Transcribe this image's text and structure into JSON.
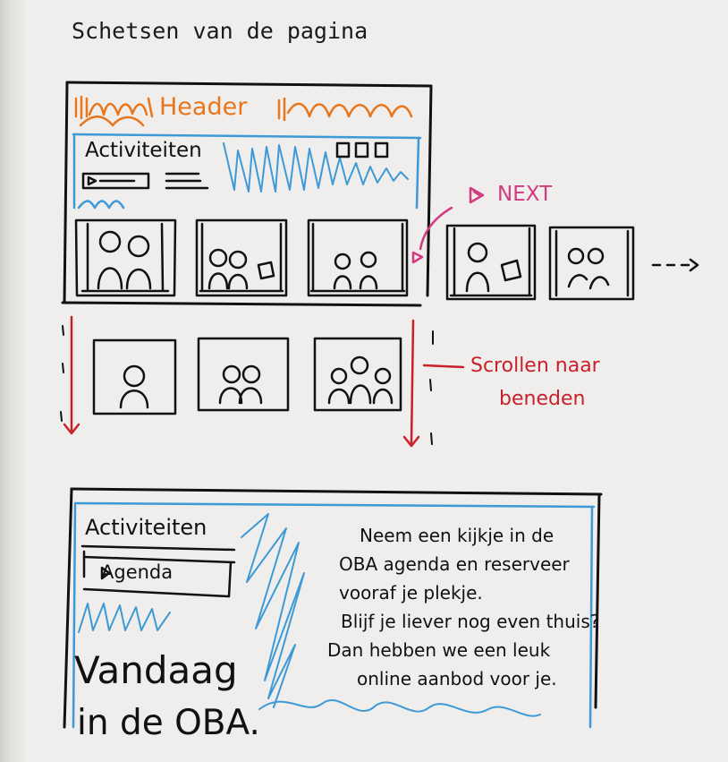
{
  "sketch_title": "Schetsen van de pagina",
  "header_label": "Header",
  "section1": {
    "heading": "Activiteiten",
    "next_label": "NEXT",
    "scroll_label_line1": "Scrollen naar",
    "scroll_label_line2": "beneden"
  },
  "section2": {
    "heading": "Activiteiten",
    "agenda_button": "Agenda",
    "big_title_line1": "Vandaag",
    "big_title_line2": "in de OBA.",
    "paragraph_lines": [
      "Neem een kijkje in de",
      "OBA agenda en reserveer",
      "vooraf je plekje.",
      "Blijf je liever nog even thuis?",
      "Dan hebben we een leuk",
      "online aanbod voor je."
    ]
  },
  "colors": {
    "ink": "#111111",
    "header_orange": "#e8761c",
    "frame_blue": "#3d9ad6",
    "next_pink": "#d13c80",
    "scroll_red": "#c9202a",
    "paper": "#efeeec"
  }
}
